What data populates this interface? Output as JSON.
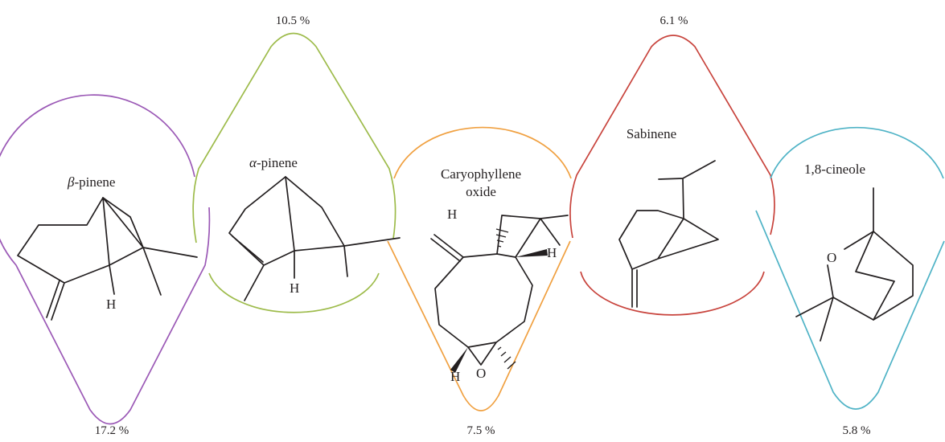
{
  "colors": {
    "beta_pinene": "#9b59b6",
    "alpha_pinene": "#9dbb4a",
    "caryophyllene_oxide": "#f0a040",
    "sabinene": "#c8433c",
    "cineole": "#4fb3c6",
    "bond": "#231f20"
  },
  "compounds": [
    {
      "name_prefix": "β",
      "name_suffix": "-pinene",
      "percent": "17.2 %",
      "atom_h": "H"
    },
    {
      "name_prefix": "α",
      "name_suffix": "-pinene",
      "percent": "10.5 %",
      "atom_h": "H"
    },
    {
      "name_line1": "Caryophyllene",
      "name_line2": "oxide",
      "percent": "7.5 %",
      "atom_h": "H",
      "atom_o": "O"
    },
    {
      "name": "Sabinene",
      "percent": "6.1 %"
    },
    {
      "name": "1,8-cineole",
      "percent": "5.8 %",
      "atom_o": "O"
    }
  ]
}
